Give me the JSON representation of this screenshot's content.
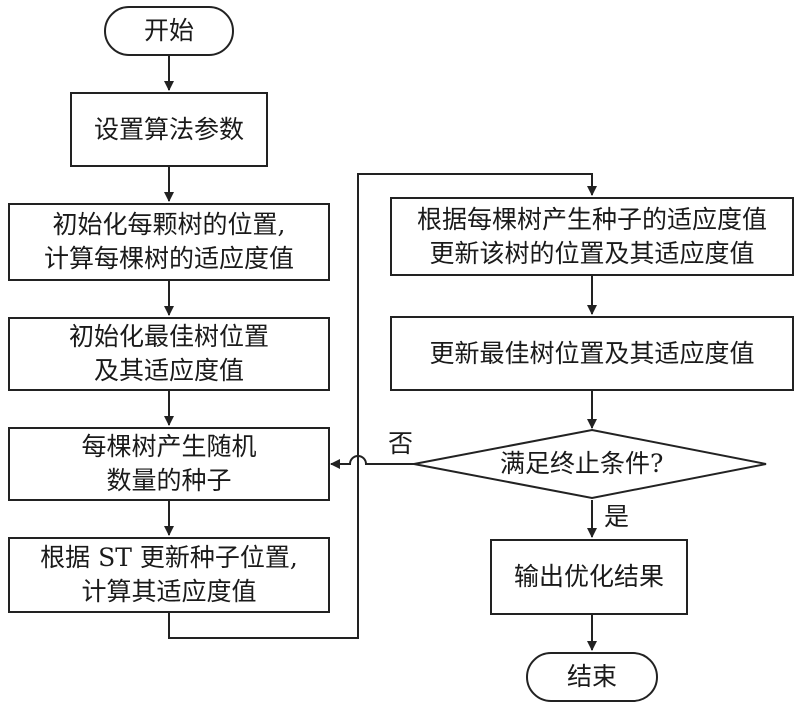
{
  "flowchart": {
    "start": "开始",
    "set_params": "设置算法参数",
    "init_trees": [
      "初始化每颗树的位置,",
      "计算每棵树的适应度值"
    ],
    "init_best": [
      "初始化最佳树位置",
      "及其适应度值"
    ],
    "produce_seeds": [
      "每棵树产生随机",
      "数量的种子"
    ],
    "update_seeds": [
      "根据 ST 更新种子位置,",
      "计算其适应度值"
    ],
    "update_trees": [
      "根据每棵树产生种子的适应度值",
      "更新该树的位置及其适应度值"
    ],
    "update_best": "更新最佳树位置及其适应度值",
    "decision": "满足终止条件?",
    "no_label": "否",
    "yes_label": "是",
    "output": "输出优化结果",
    "end": "结束"
  }
}
